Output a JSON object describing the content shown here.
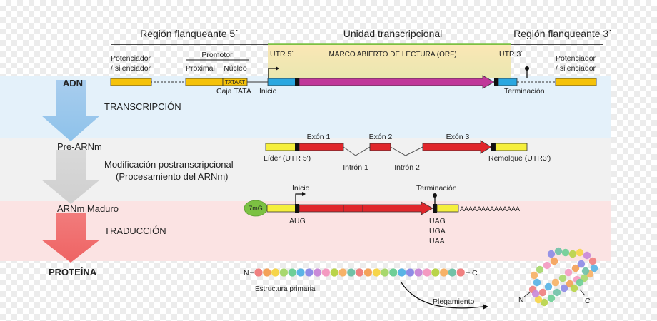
{
  "header": {
    "left_region": "Región flanqueante 5´",
    "center_region": "Unidad transcripcional",
    "right_region": "Región flanqueante 3´"
  },
  "dna": {
    "label": "ADN",
    "enhancer_left": [
      "Potenciador",
      "/ silenciador"
    ],
    "promoter": "Promotor",
    "proximal": "Proximal",
    "core": "Núcleo",
    "tata_box": "TATAAT",
    "tata_label": "Caja TATA",
    "utr5": "UTR 5´",
    "orf": "MARCO ABIERTO DE LECTURA (ORF)",
    "utr3": "UTR 3´",
    "enhancer_right": [
      "Potenciador",
      "/ silenciador"
    ],
    "start": "Inicio",
    "stop": "Terminación"
  },
  "transcription": {
    "label": "TRANSCRIPCIÓN"
  },
  "pre_mrna": {
    "label": "Pre-ARNm",
    "exon1": "Exón 1",
    "exon2": "Exón 2",
    "exon3": "Exón 3",
    "intron1": "Intrón 1",
    "intron2": "Intrón 2",
    "leader": "Líder (UTR 5')",
    "trailer": "Remolque (UTR3')"
  },
  "processing": {
    "line1": "Modificación postranscripcional",
    "line2": "(Procesamiento del ARNm)"
  },
  "mature_mrna": {
    "label": "ARNm Maduro",
    "cap": "7mG",
    "start": "Inicio",
    "start_codon": "AUG",
    "stop": "Terminación",
    "stop_codons": [
      "UAG",
      "UGA",
      "UAA"
    ],
    "poly_a": "AAAAAAAAAAAAAA"
  },
  "translation": {
    "label": "TRADUCCIÓN"
  },
  "protein": {
    "label": "PROTEÍNA",
    "n_term": "N",
    "c_term": "C",
    "primary": "Estructura primaria",
    "folding": "Plegamiento",
    "folded_n": "N",
    "folded_c": "C"
  },
  "colors": {
    "yellow": "#f5c20a",
    "utr_blue": "#2aa7e0",
    "orf_magenta": "#c0389a",
    "exon_red": "#e0262b",
    "utr_pale_yellow": "#f5ef3c",
    "cap_green": "#7cc142",
    "band_blue": "#e4f1fa",
    "band_grey": "#f1f1f1",
    "band_pink": "#fbe3e3",
    "header_green": "#7cc142"
  },
  "bead_colors": [
    "#f08080",
    "#f4a259",
    "#f6d54a",
    "#a8d86e",
    "#6fcf97",
    "#5ab4e5",
    "#8e8ce6",
    "#c98ad8",
    "#f49ac1",
    "#b9d44a",
    "#f7b267",
    "#72c2a8"
  ]
}
